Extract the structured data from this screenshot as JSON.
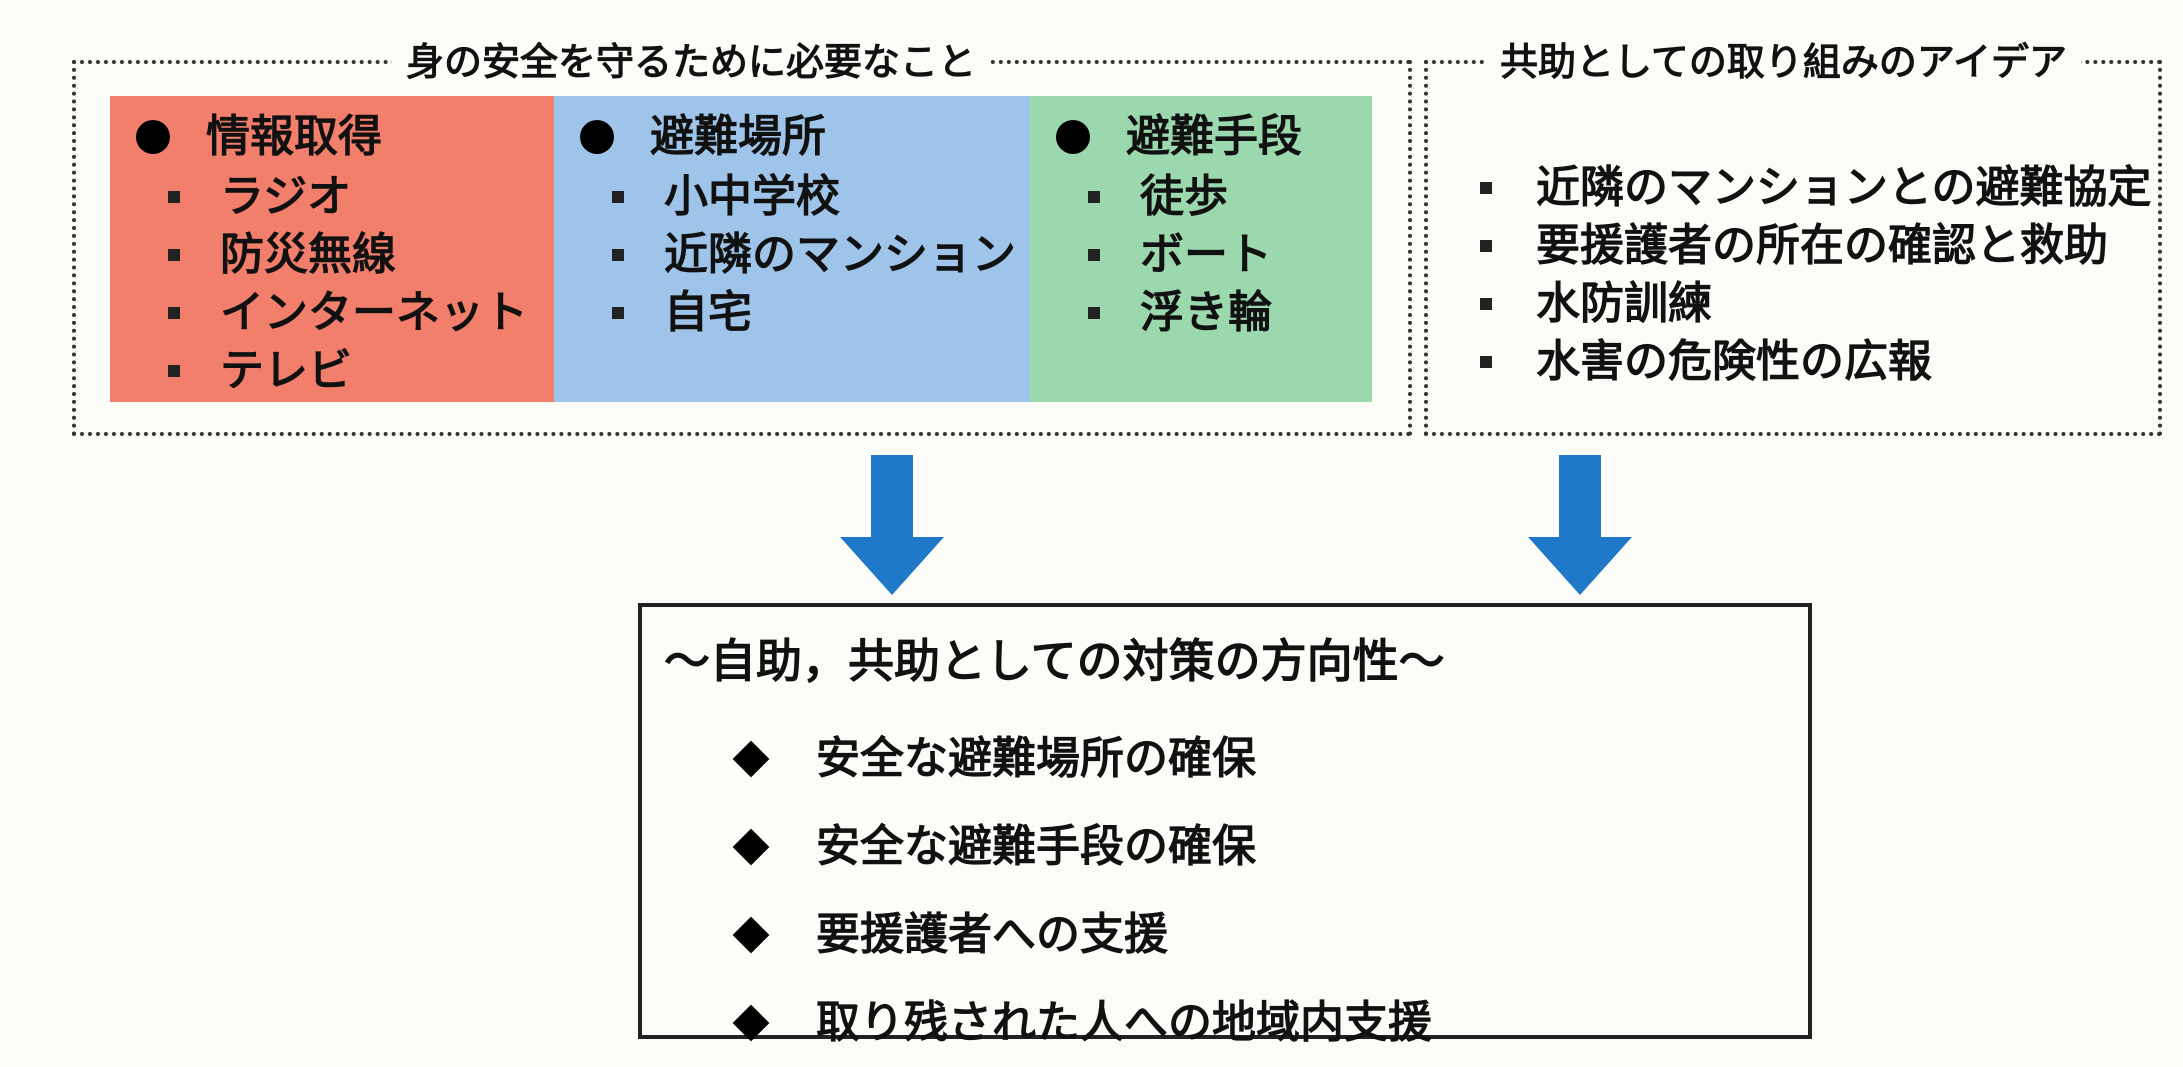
{
  "safety_box": {
    "title": "身の安全を守るために必要なこと",
    "columns": [
      {
        "heading": "情報取得",
        "color": "#f27e6c",
        "items": [
          "ラジオ",
          "防災無線",
          "インターネット",
          "テレビ"
        ]
      },
      {
        "heading": "避難場所",
        "color": "#9ec4ea",
        "items": [
          "小中学校",
          "近隣のマンション",
          "自宅"
        ]
      },
      {
        "heading": "避難手段",
        "color": "#9bd8ad",
        "items": [
          "徒歩",
          "ボート",
          "浮き輪"
        ]
      }
    ]
  },
  "ideas_box": {
    "title": "共助としての取り組みのアイデア",
    "items": [
      "近隣のマンションとの避難協定",
      "要援護者の所在の確認と救助",
      "水防訓練",
      "水害の危険性の広報"
    ]
  },
  "arrow_color": "#1f78c8",
  "result_box": {
    "title": "～自助，共助としての対策の方向性～",
    "items": [
      "安全な避難場所の確保",
      "安全な避難手段の確保",
      "要援護者への支援",
      "取り残された人への地域内支援"
    ]
  }
}
